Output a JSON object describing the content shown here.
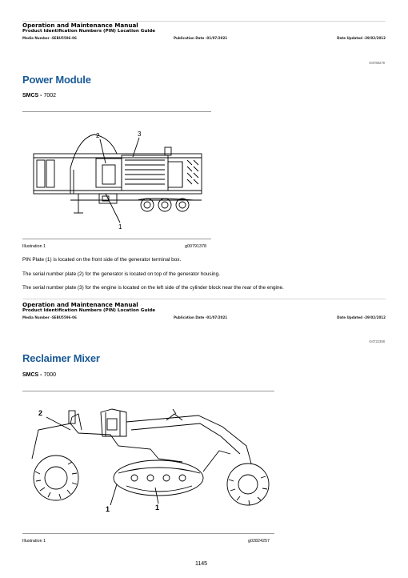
{
  "header": {
    "title": "Operation and Maintenance Manual",
    "subtitle": "Product Identification Numbers (PIN) Location Guide",
    "media_number": "Media Number -SEBU5596-06",
    "publication_date": "Publication Date -01/07/2021",
    "date_updated": "Date Updated -29/02/2012"
  },
  "section1": {
    "doc_id": "i04786279",
    "title": "Power Module",
    "smcs_label": "SMCS -",
    "smcs_code": "7002",
    "callouts": [
      "2",
      "3",
      "1"
    ],
    "caption_label": "Illustration 1",
    "caption_id": "g00791378",
    "paragraphs": [
      "PIN Plate (1) is located on the front side of the generator terminal box.",
      "The serial number plate (2) for the generator is located on top of the generator housing.",
      "The serial number plate (3) for the engine is located on the left side of the cylinder block near the rear of the engine."
    ]
  },
  "section2": {
    "doc_id": "i04722358",
    "title": "Reclaimer Mixer",
    "smcs_label": "SMCS -",
    "smcs_code": "7000",
    "callouts": [
      "2",
      "1",
      "1"
    ],
    "caption_label": "Illustration 1",
    "caption_id": "g02824257"
  },
  "page_number": "1145"
}
